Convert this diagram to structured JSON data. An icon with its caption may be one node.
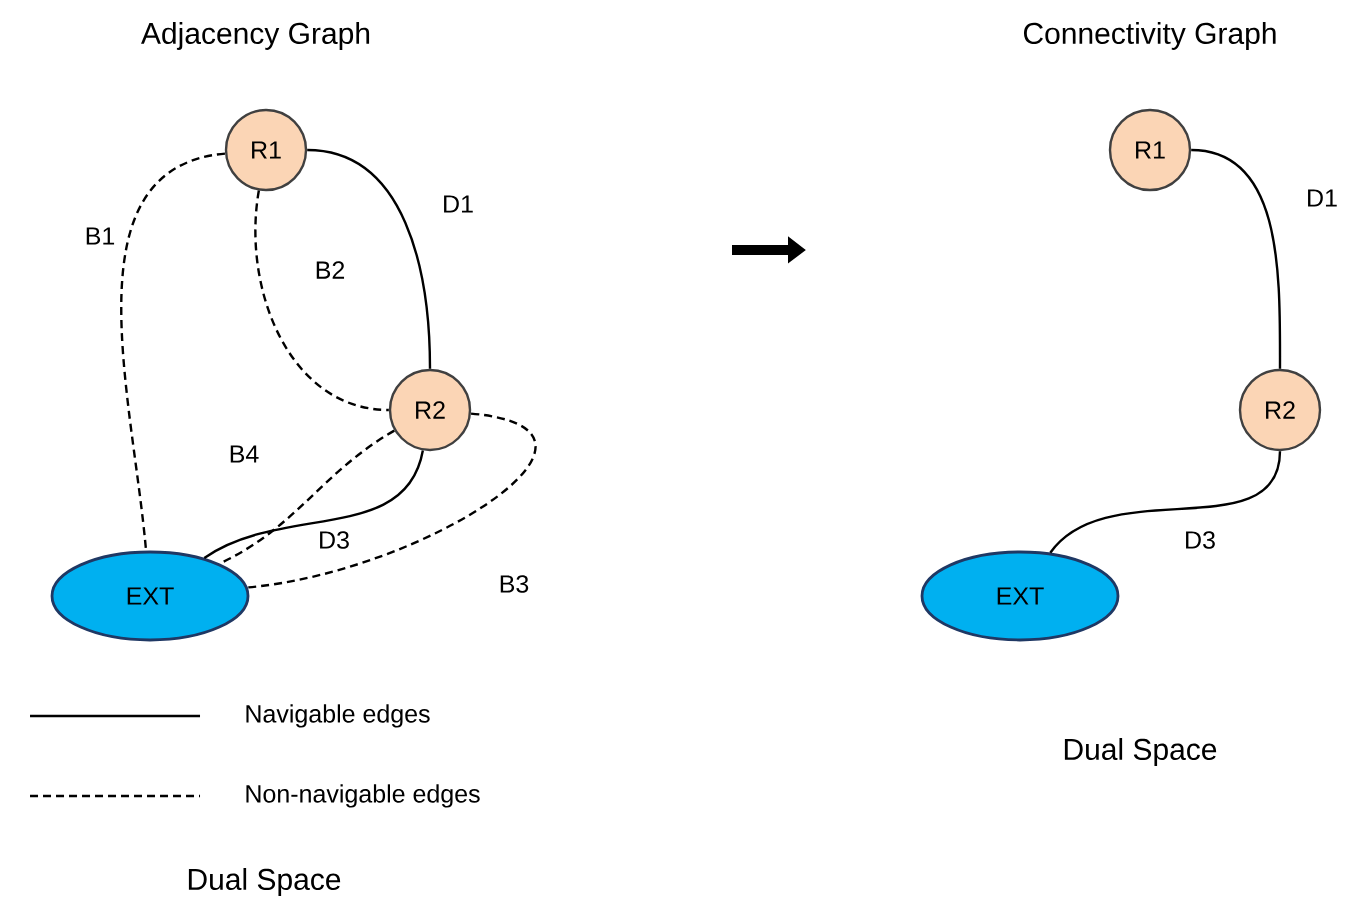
{
  "diagram": {
    "nodes": [
      {
        "text": [
          "R1"
        ]
      },
      {
        "text": [
          "R2"
        ]
      },
      {
        "text": [
          "EXT"
        ]
      },
      {
        "text": [
          "R1"
        ]
      },
      {
        "text": [
          "R2"
        ]
      },
      {
        "text": [
          "EXT"
        ]
      }
    ],
    "edges": [
      {
        "from": 0,
        "to": 1,
        "arrow": "none",
        "label": "D1"
      },
      {
        "from": 0,
        "to": 2,
        "arrow": "none",
        "label": "B1",
        "style": "dashed"
      },
      {
        "from": 0,
        "to": 1,
        "arrow": "none",
        "label": "B2",
        "style": "dashed"
      },
      {
        "from": 1,
        "to": 2,
        "arrow": "none",
        "label": "B4",
        "style": "dashed"
      },
      {
        "from": 1,
        "to": 2,
        "arrow": "none",
        "label": "D3"
      },
      {
        "from": 1,
        "to": 2,
        "arrow": "none",
        "label": "B3",
        "style": "dashed"
      },
      {
        "from": 3,
        "to": 4,
        "arrow": "none",
        "label": "D1"
      },
      {
        "from": 4,
        "to": 5,
        "arrow": "none",
        "label": "D3"
      }
    ],
    "labels": [
      "Adjacency Graph",
      "Connectivity Graph",
      "Dual Space",
      "Dual Space"
    ],
    "legend": [
      {
        "text": "Navigable edges"
      },
      {
        "text": "Non-navigable edges"
      }
    ]
  }
}
